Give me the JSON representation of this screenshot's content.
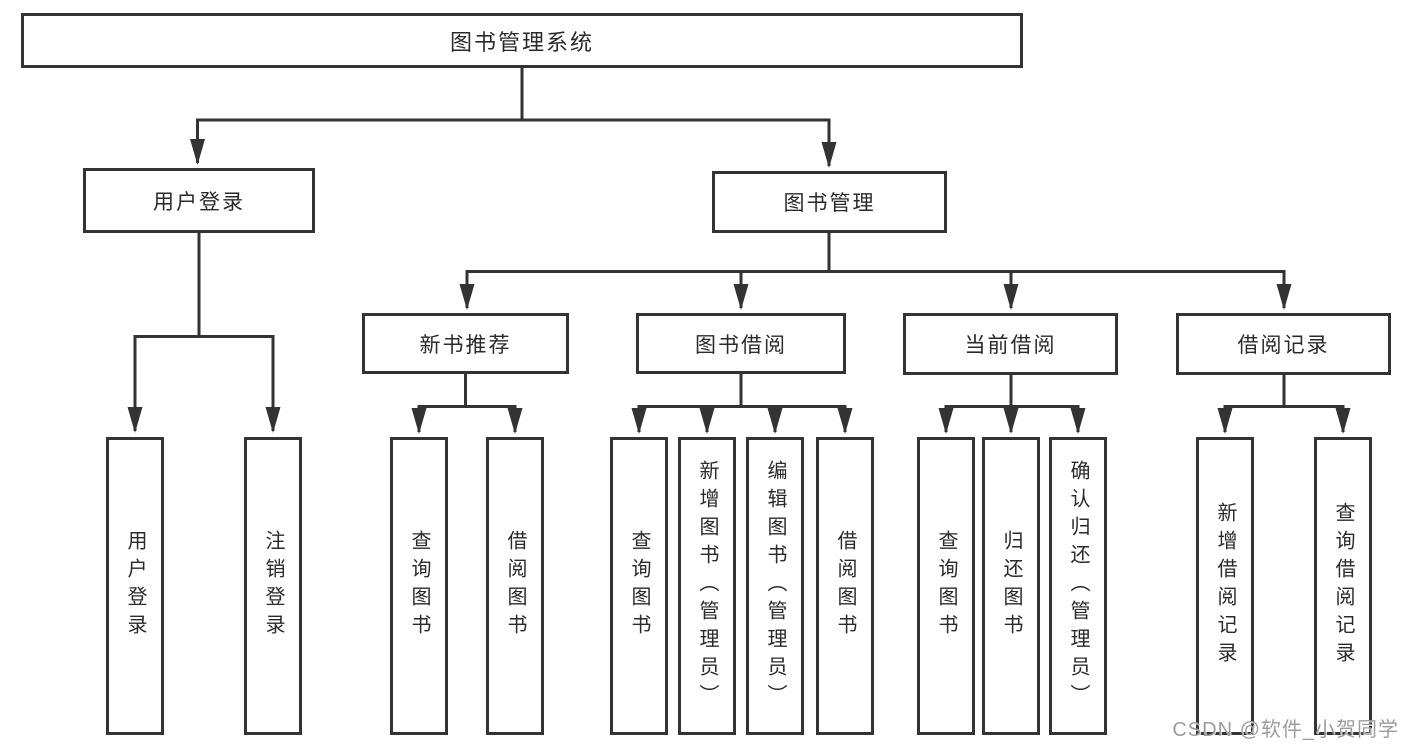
{
  "tree": {
    "root": {
      "label": "图书管理系统"
    },
    "level2": [
      {
        "label": "用户登录"
      },
      {
        "label": "图书管理"
      }
    ],
    "level3": [
      {
        "label": "新书推荐"
      },
      {
        "label": "图书借阅"
      },
      {
        "label": "当前借阅"
      },
      {
        "label": "借阅记录"
      }
    ],
    "leaves": {
      "user_login": [
        "用户登录",
        "注销登录"
      ],
      "new_book_recommend": [
        "查询图书",
        "借阅图书"
      ],
      "book_borrow": [
        "查询图书",
        "新增图书（管理员）",
        "编辑图书（管理员）",
        "借阅图书"
      ],
      "current_borrow": [
        "查询图书",
        "归还图书",
        "确认归还（管理员）"
      ],
      "borrow_records": [
        "新增借阅记录",
        "查询借阅记录"
      ]
    }
  },
  "watermark": "CSDN @软件_小贺同学",
  "colors": {
    "line": "#333333",
    "text": "#2a2a2a",
    "watermark": "#9c9c9c",
    "background": "#ffffff"
  }
}
